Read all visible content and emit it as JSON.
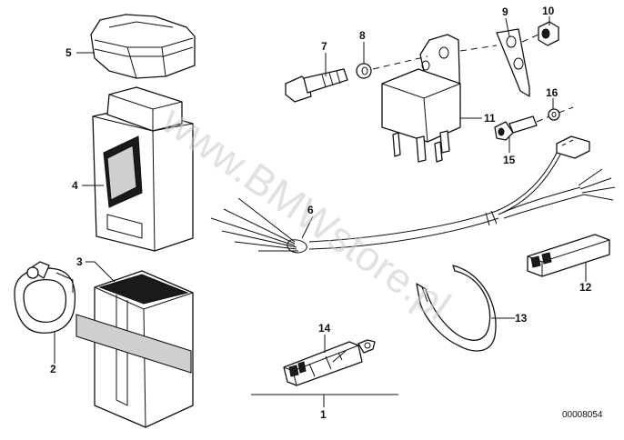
{
  "watermark": "www.BMWstore.pl",
  "reference_number": "00008054",
  "callouts": {
    "c1": "1",
    "c2": "2",
    "c3": "3",
    "c4": "4",
    "c5": "5",
    "c6": "6",
    "c7": "7",
    "c8": "8",
    "c9": "9",
    "c10": "10",
    "c11": "11",
    "c12": "12",
    "c13": "13",
    "c14": "14",
    "c15": "15",
    "c16": "16"
  }
}
